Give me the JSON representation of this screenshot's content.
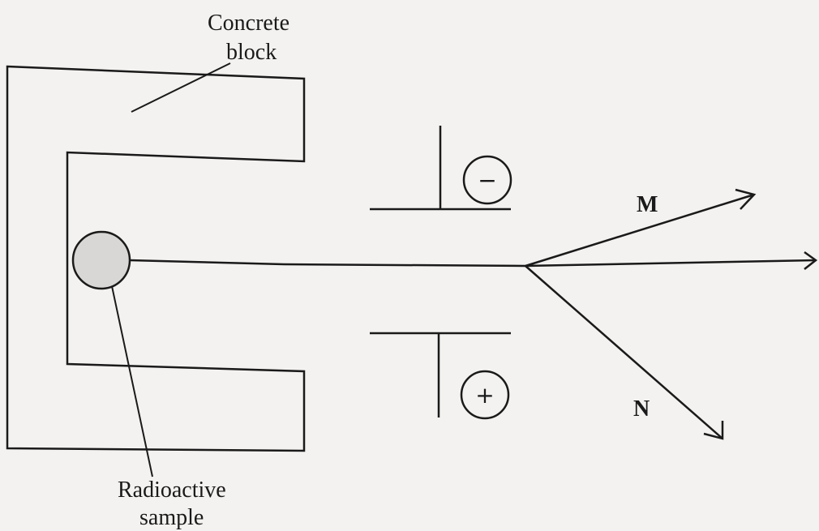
{
  "labels": {
    "concrete_line1": "Concrete",
    "concrete_line2": "block",
    "radioactive_line1": "Radioactive",
    "radioactive_line2": "sample",
    "ray_m": "M",
    "ray_n": "N"
  },
  "plates": {
    "top_sign": "−",
    "bottom_sign": "+"
  }
}
